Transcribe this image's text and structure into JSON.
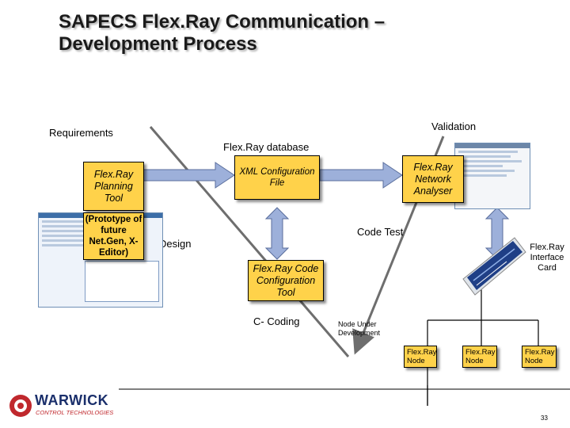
{
  "title": {
    "line1": "SAPECS Flex.Ray Communication –",
    "line2": "Development Process"
  },
  "labels": {
    "requirements": "Requirements",
    "validation": "Validation",
    "database": "Flex.Ray database",
    "design": "Design",
    "code_test": "Code Test",
    "c_coding": "C- Coding",
    "interface_card": "Flex.Ray Interface Card",
    "node_under_development": "Node Under Development"
  },
  "boxes": {
    "planning_tool": "Flex.Ray Planning Tool",
    "prototype": "(Prototype of future Net.Gen, X-Editor)",
    "xml_config": "XML Configuration File",
    "network_analyser": "Flex.Ray Network Analyser",
    "code_config": "Flex.Ray Code Configuration Tool"
  },
  "nodes": [
    "Flex.Ray Node",
    "Flex.Ray Node",
    "Flex.Ray Node"
  ],
  "footer": {
    "logo_main": "WARWICK",
    "logo_sub": "CONTROL TECHNOLOGIES",
    "page_number": "33"
  },
  "colors": {
    "box_fill": "#ffd24a",
    "arrow_fill": "#9db0da",
    "v_line": "#6e6e6e",
    "logo_red": "#c0282d"
  }
}
